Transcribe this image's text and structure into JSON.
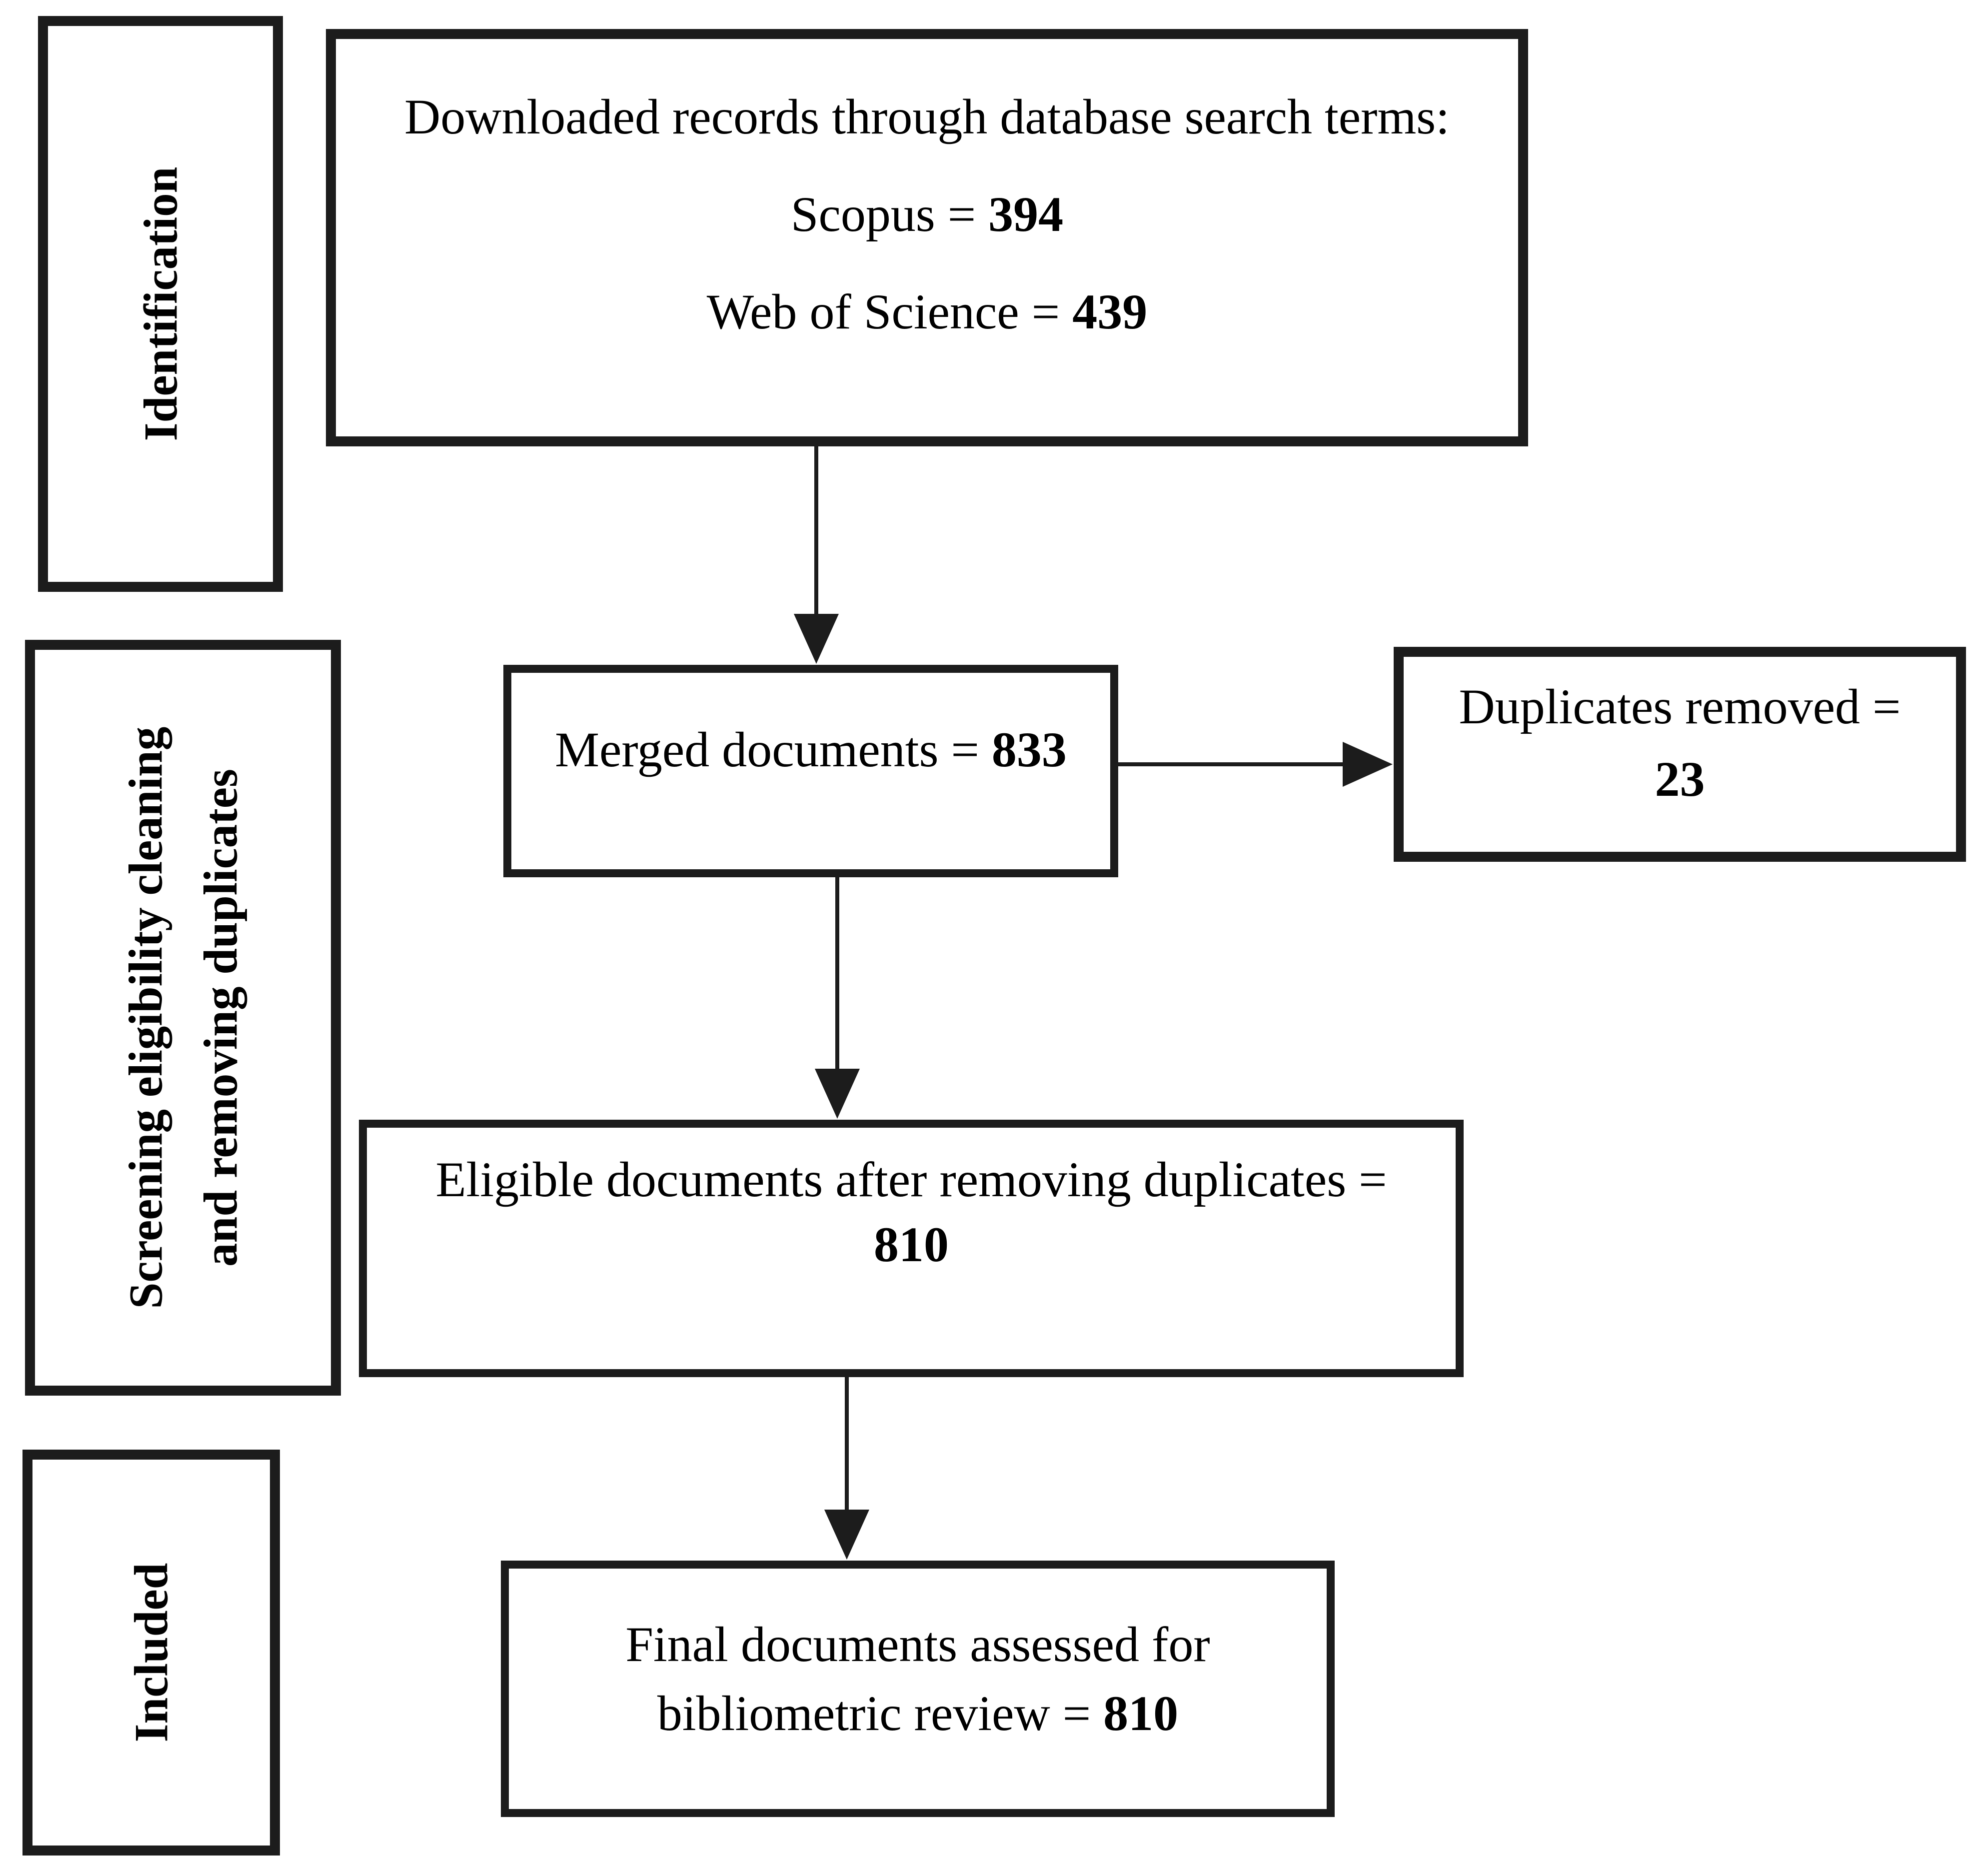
{
  "diagram": {
    "stages": {
      "identification": "Identification",
      "screening_line1": "Screening eligibility cleaning",
      "screening_line2": "and removing duplicates",
      "included": "Included"
    },
    "downloaded": {
      "line1": "Downloaded records through database search terms:",
      "scopus_label": "Scopus = ",
      "scopus_value": "394",
      "wos_label": "Web of Science = ",
      "wos_value": "439"
    },
    "merged": {
      "label": "Merged documents = ",
      "value": "833"
    },
    "duplicates": {
      "label": "Duplicates removed =",
      "value": "23"
    },
    "eligible": {
      "label": "Eligible documents after removing duplicates =",
      "value": "810"
    },
    "final": {
      "line1": "Final documents assessed for",
      "line2_label": "bibliometric review = ",
      "line2_value": "810"
    }
  },
  "colors": {
    "border": "#1c1c1c",
    "arrow": "#1c1c1c",
    "text": "#000000",
    "background": "#ffffff"
  }
}
